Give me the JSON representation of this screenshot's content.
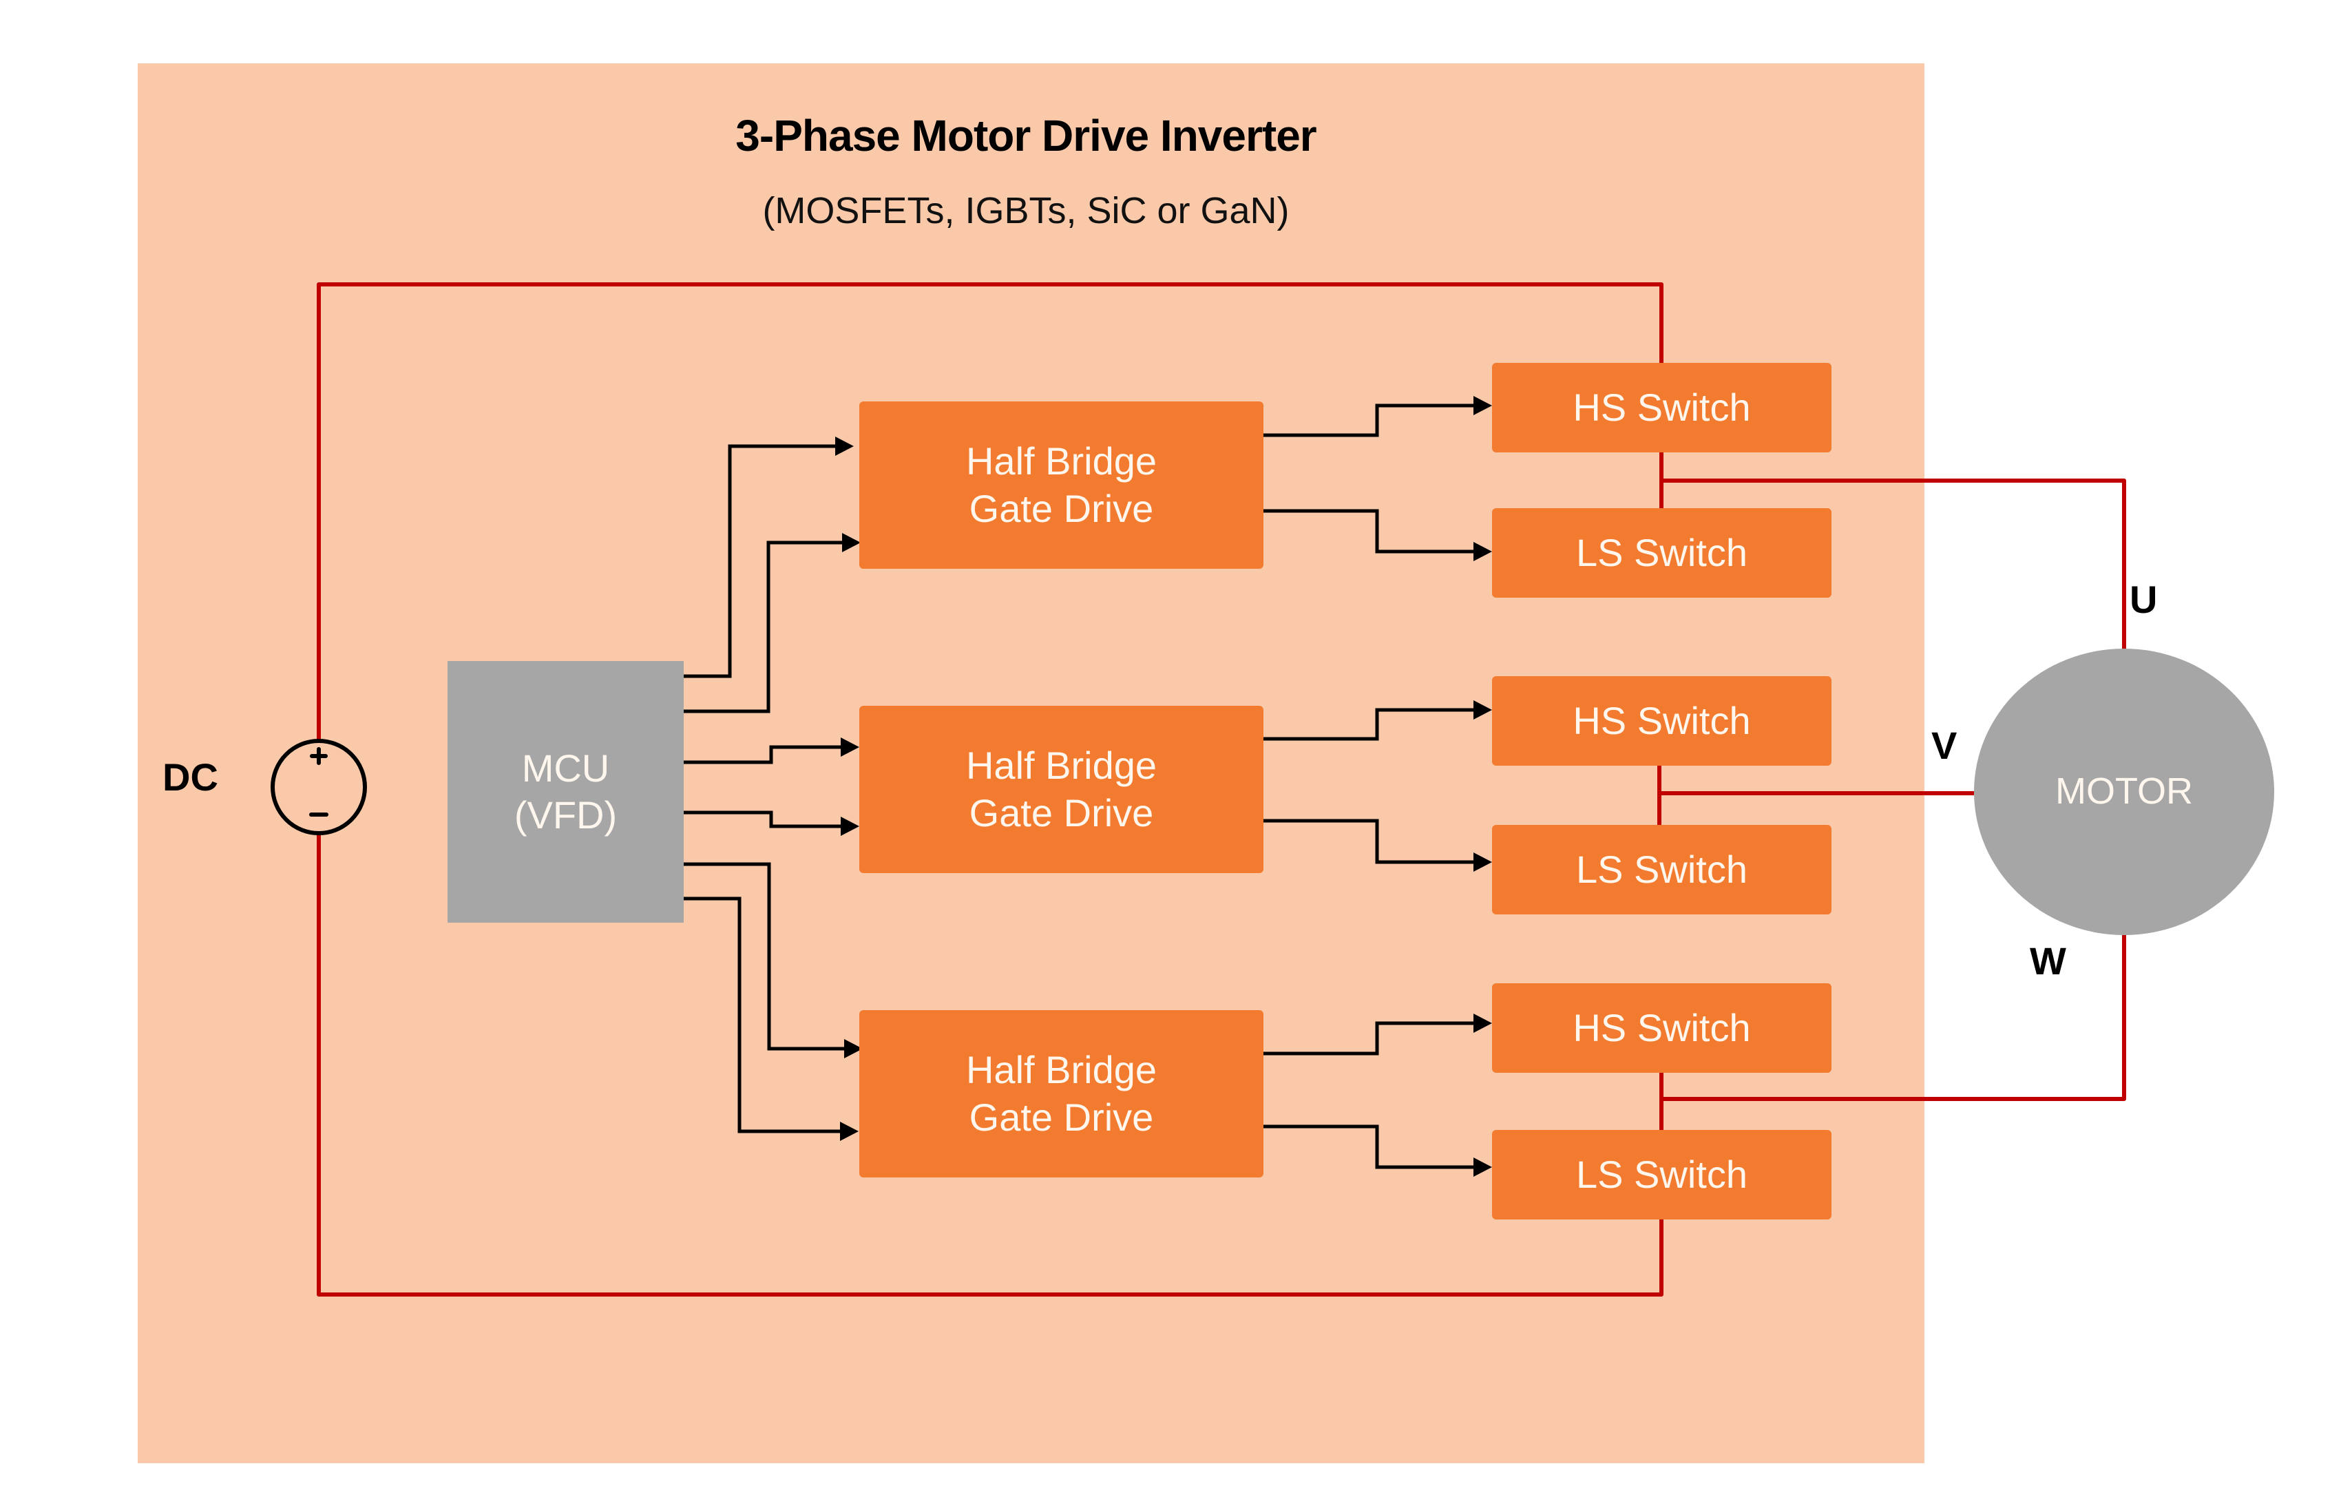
{
  "title": "3-Phase Motor Drive Inverter",
  "subtitle": "(MOSFETs, IGBTs, SiC or GaN)",
  "dc_source": {
    "label": "DC",
    "plus_symbol": "+",
    "minus_symbol": "–"
  },
  "mcu": {
    "line1": "MCU",
    "line2": "(VFD)"
  },
  "gate_drives": [
    {
      "line1": "Half Bridge",
      "line2": "Gate Drive"
    },
    {
      "line1": "Half Bridge",
      "line2": "Gate Drive"
    },
    {
      "line1": "Half Bridge",
      "line2": "Gate Drive"
    }
  ],
  "switches": [
    {
      "label": "HS Switch"
    },
    {
      "label": "LS Switch"
    },
    {
      "label": "HS Switch"
    },
    {
      "label": "LS Switch"
    },
    {
      "label": "HS Switch"
    },
    {
      "label": "LS Switch"
    }
  ],
  "motor": {
    "label": "MOTOR"
  },
  "phases": {
    "u": "U",
    "v": "V",
    "w": "W"
  },
  "colors": {
    "panel_background": "#f9c9aa",
    "block_orange": "#f27b30",
    "block_gray": "#a6a6a6",
    "power_wire": "#c00000",
    "signal_wire": "#000000"
  }
}
